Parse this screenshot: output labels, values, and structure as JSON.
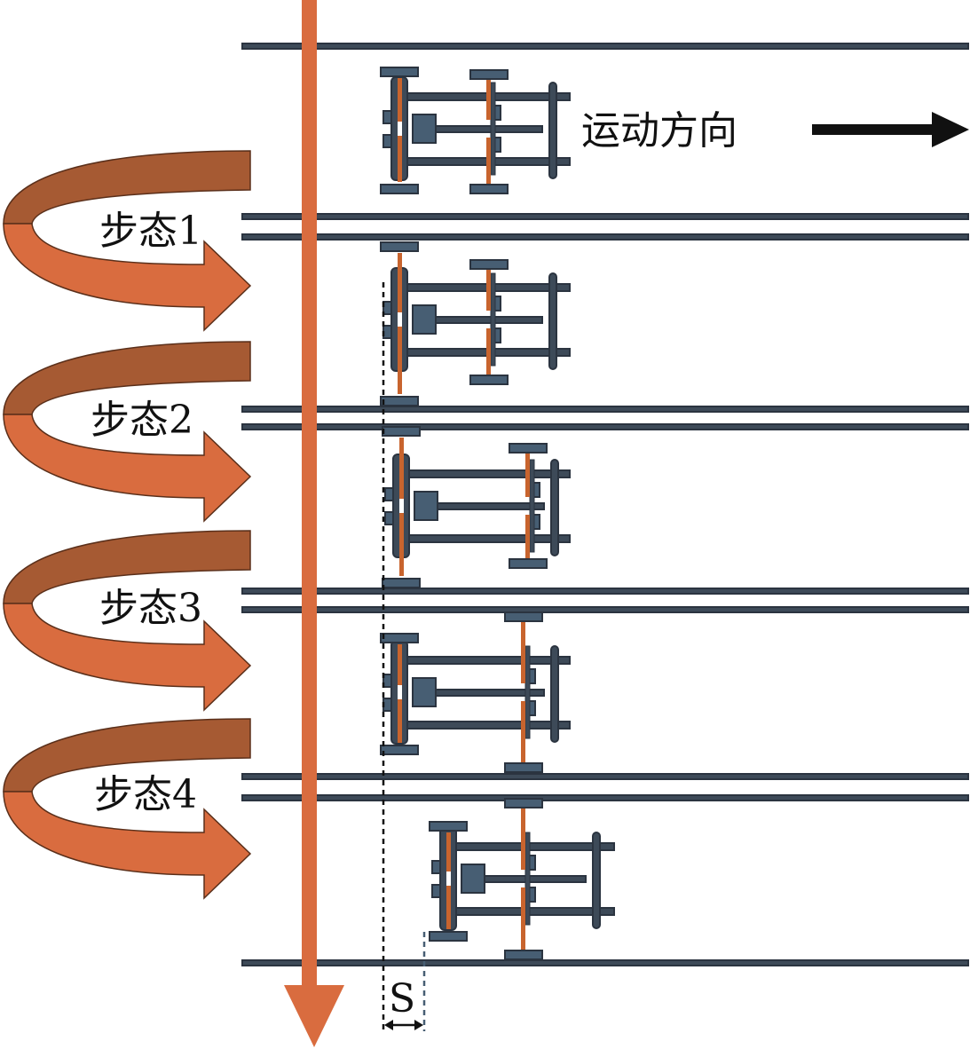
{
  "direction_label": "运动方向",
  "gaits": [
    "步态1",
    "步态2",
    "步态3",
    "步态4"
  ],
  "offset_label": "S",
  "colors": {
    "rail": "#2b3440",
    "part": "#475e73",
    "leg": "#c8642e",
    "arrow_orange": "#d96c3f",
    "arrow_brown": "#a65a33"
  }
}
